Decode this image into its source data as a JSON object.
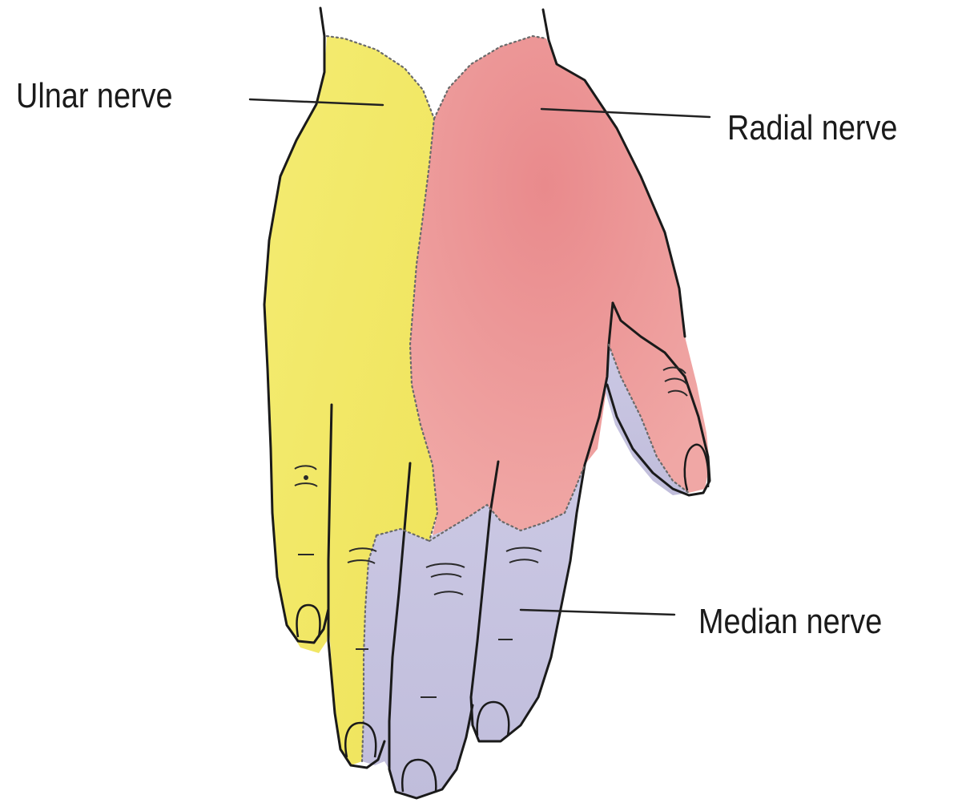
{
  "labels": {
    "ulnar": "Ulnar nerve",
    "radial": "Radial nerve",
    "median": "Median nerve"
  },
  "colors": {
    "ulnar_region": "#f3ea6a",
    "radial_region": "#ec9a9a",
    "median_region": "#c6c3e0",
    "outline": "#1a1a1a",
    "leader_line": "#222222",
    "background": "#ffffff"
  }
}
